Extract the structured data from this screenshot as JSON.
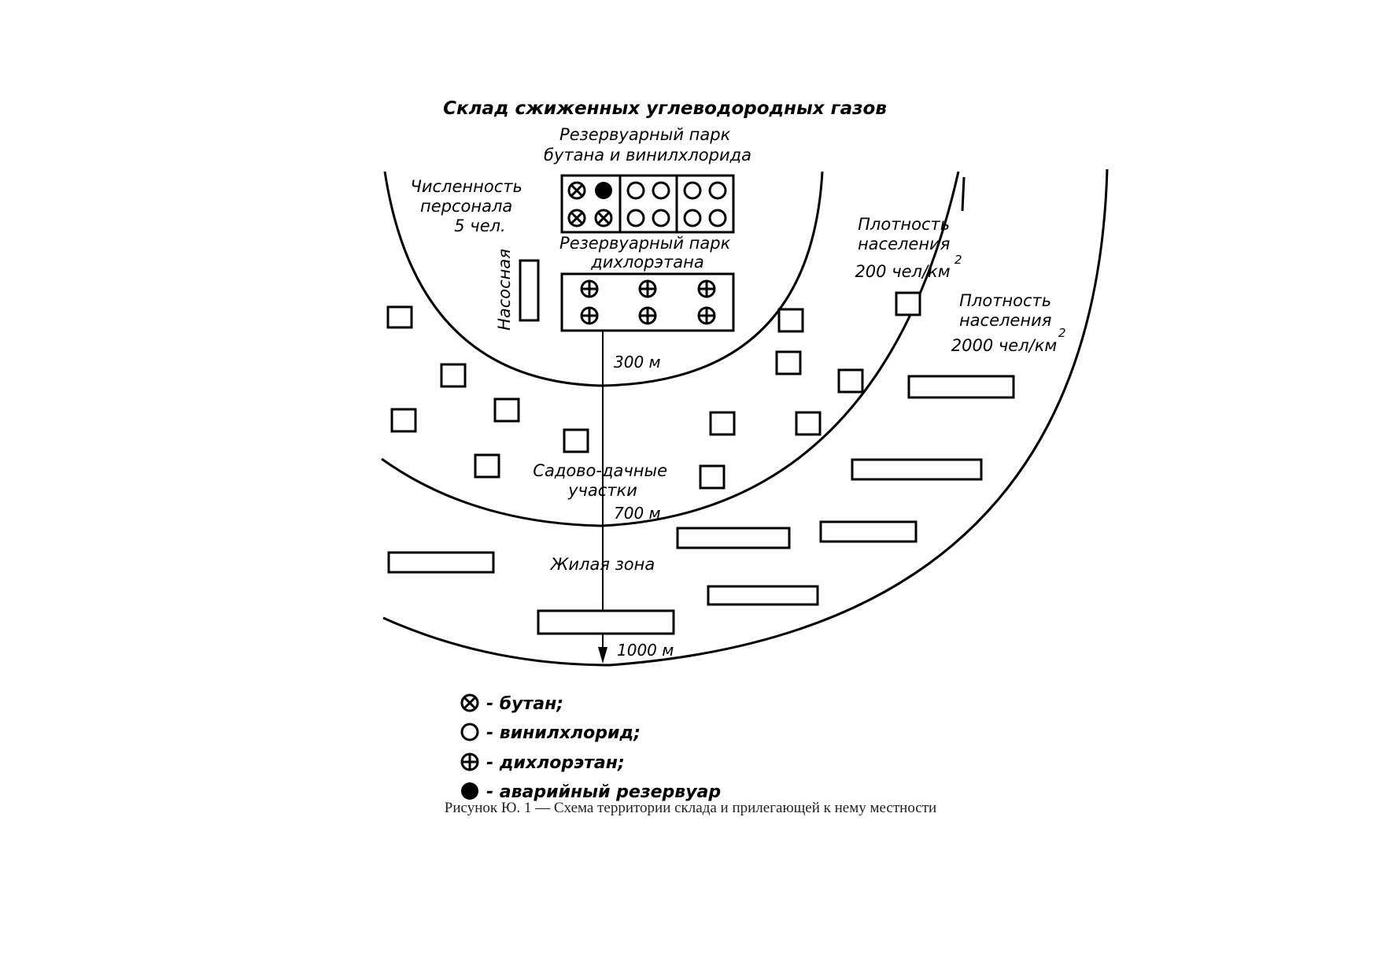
{
  "title": "Склад сжиженных углеводородных газов",
  "park_butane_vinyl": [
    "Резервуарный парк",
    "бутана и винилхлорида"
  ],
  "personnel": [
    "Численность",
    "персонала",
    "5 чел."
  ],
  "park_dce": [
    "Резервуарный парк",
    "дихлорэтана"
  ],
  "pump_station": "Насосная",
  "density_200": [
    "Плотность",
    "населения",
    "200 чел/км"
  ],
  "density_2000": [
    "Плотность",
    "населения",
    "2000 чел/км"
  ],
  "density_sup": "2",
  "dist_300": "300 м",
  "dist_700": "700 м",
  "dist_1000": "1000 м",
  "garden": [
    "Садово-дачные",
    "участки"
  ],
  "residential": "Жилая зона",
  "legend": [
    {
      "icon": "butane-icon",
      "label": "- бутан;"
    },
    {
      "icon": "vinyl-chloride-icon",
      "label": "- винилхлорид;"
    },
    {
      "icon": "dichloroethane-icon",
      "label": "- дихлорэтан;"
    },
    {
      "icon": "emergency-tank-icon",
      "label": "- аварийный резервуар"
    }
  ],
  "caption": "Рисунок Ю. 1 — Схема территории склада и прилегающей к нему местности"
}
